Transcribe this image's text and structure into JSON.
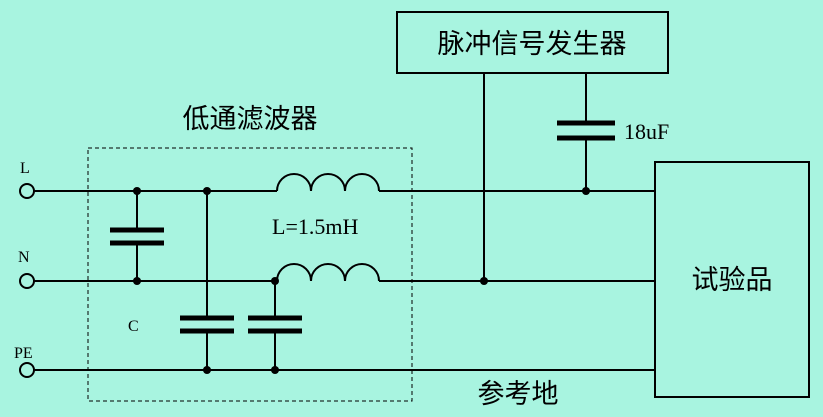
{
  "labels": {
    "pulse_generator": "脉冲信号发生器",
    "lowpass_filter": "低通滤波器",
    "dut": "试验品",
    "reference_ground": "参考地",
    "inductor_value": "L=1.5mH",
    "capacitor_label": "C",
    "coupling_capacitor_value": "18uF",
    "terminal_L": "L",
    "terminal_N": "N",
    "terminal_PE": "PE"
  }
}
